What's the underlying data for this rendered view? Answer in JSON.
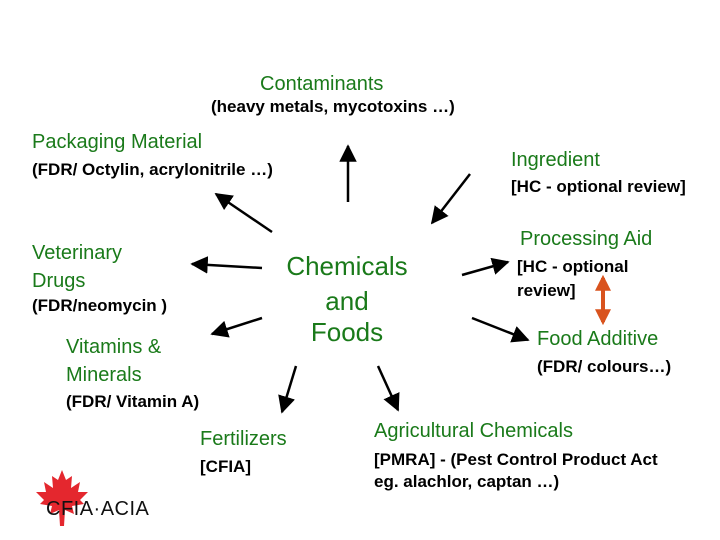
{
  "center": {
    "line1": "Chemicals",
    "line2": "and",
    "line3": "Foods"
  },
  "contaminants": {
    "title": "Contaminants",
    "subtitle": "(heavy metals, mycotoxins …)"
  },
  "packaging": {
    "title": "Packaging Material",
    "subtitle": "(FDR/ Octylin, acrylonitrile …)"
  },
  "ingredient": {
    "title": "Ingredient",
    "subtitle": "[HC - optional review]"
  },
  "veterinary": {
    "title_line1": "Veterinary",
    "title_line2": "Drugs",
    "subtitle": "(FDR/neomycin )"
  },
  "processing": {
    "title": "Processing Aid",
    "subtitle_line1": "[HC - optional",
    "subtitle_line2": "review]"
  },
  "vitamins": {
    "title_line1": "Vitamins &",
    "title_line2": "Minerals",
    "subtitle": "(FDR/ Vitamin A)"
  },
  "food_additive": {
    "title": "Food Additive",
    "subtitle": "(FDR/ colours…)"
  },
  "fertilizers": {
    "title": "Fertilizers",
    "subtitle": "[CFIA]"
  },
  "agricultural": {
    "title": "Agricultural Chemicals",
    "subtitle_line1": "[PMRA] - (Pest Control Product Act",
    "subtitle_line2": "eg. alachlor, captan …)"
  },
  "logo": {
    "text": "CFIA·ACIA"
  },
  "colors": {
    "label_green": "#1a7a1a",
    "text_black": "#000000",
    "double_arrow": "#d9531e",
    "logo_red": "#e31b23"
  }
}
